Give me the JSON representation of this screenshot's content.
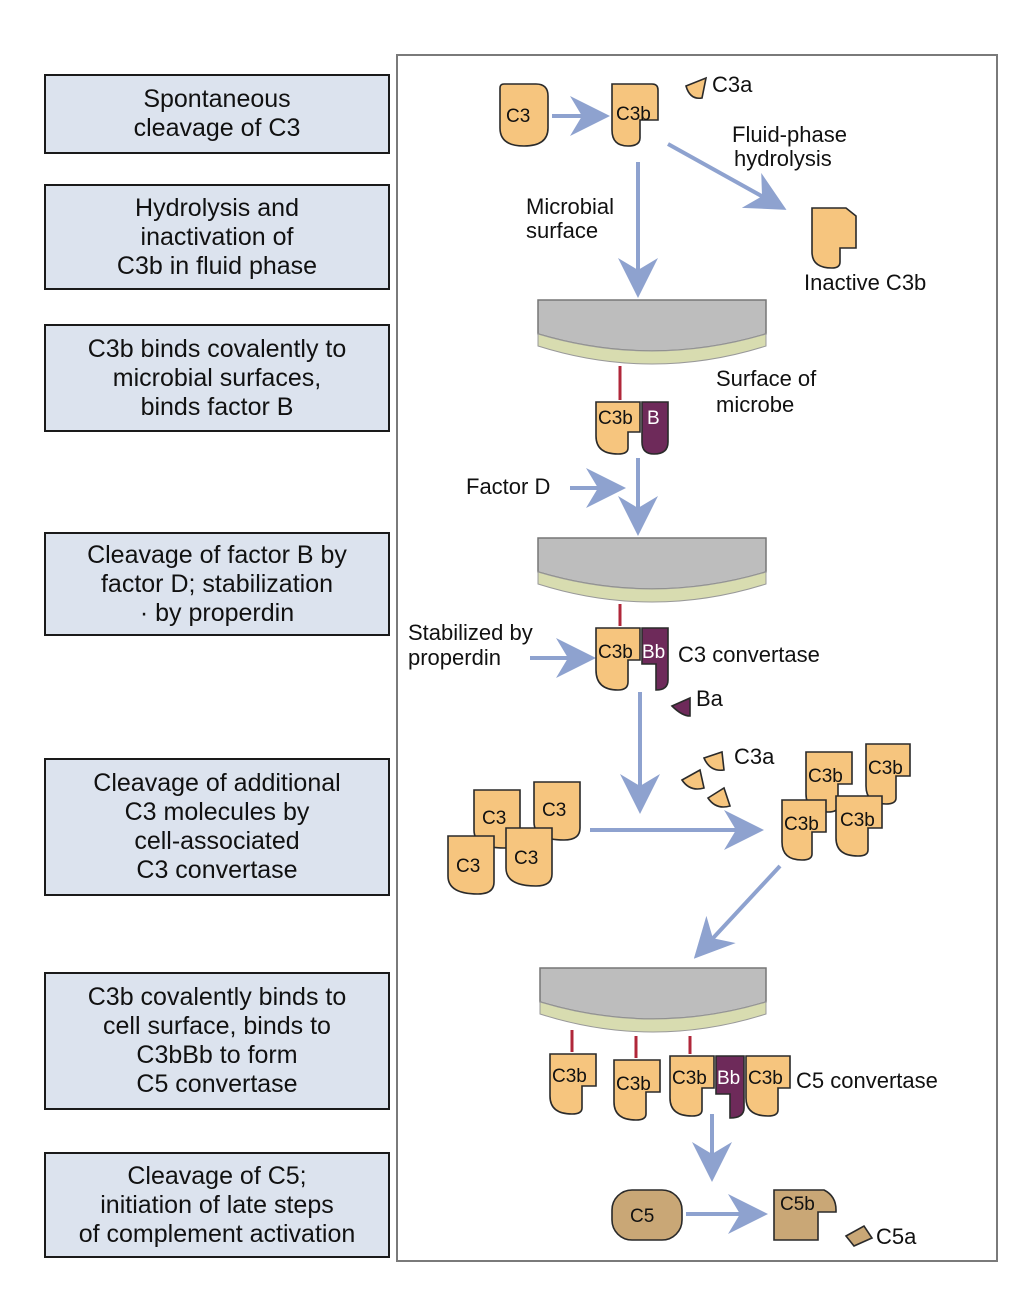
{
  "steps": [
    "Spontaneous\ncleavage of C3",
    "Hydrolysis and\ninactivation of\nC3b in fluid phase",
    "C3b binds covalently to\nmicrobial surfaces,\nbinds factor B",
    "Cleavage of factor B by\nfactor D; stabilization\n· by properdin",
    "Cleavage of additional\nC3 molecules by\ncell-associated\nC3 convertase",
    "C3b covalently binds to\ncell surface, binds to\nC3bBb to form\nC5 convertase",
    "Cleavage of C5;\ninitiation of late steps\nof complement activation"
  ],
  "labels": {
    "c3a_top": "C3a",
    "fluid_phase_1": "Fluid-phase",
    "fluid_phase_2": "hydrolysis",
    "microbial_1": "Microbial",
    "microbial_2": "surface",
    "inactive_c3b": "Inactive C3b",
    "surface_microbe_1": "Surface of",
    "surface_microbe_2": "microbe",
    "factor_d": "Factor D",
    "stabilized_1": "Stabilized by",
    "stabilized_2": "properdin",
    "c3_convertase": "C3 convertase",
    "ba": "Ba",
    "c3a_mid": "C3a",
    "c5_convertase": "C5 convertase",
    "c5a": "C5a"
  },
  "molecules": {
    "c3": "C3",
    "c3b": "C3b",
    "b": "B",
    "bb": "Bb",
    "c5": "C5",
    "c5b": "C5b"
  },
  "colors": {
    "box_fill": "#dce3ee",
    "c3_orange": "#f6c57e",
    "factor_b_purple": "#6e2a5a",
    "c5_tan": "#c9a776",
    "arrow_blue": "#8ea2cf",
    "membrane_gray": "#bdbdbd",
    "membrane_band": "#d8dcb0"
  }
}
